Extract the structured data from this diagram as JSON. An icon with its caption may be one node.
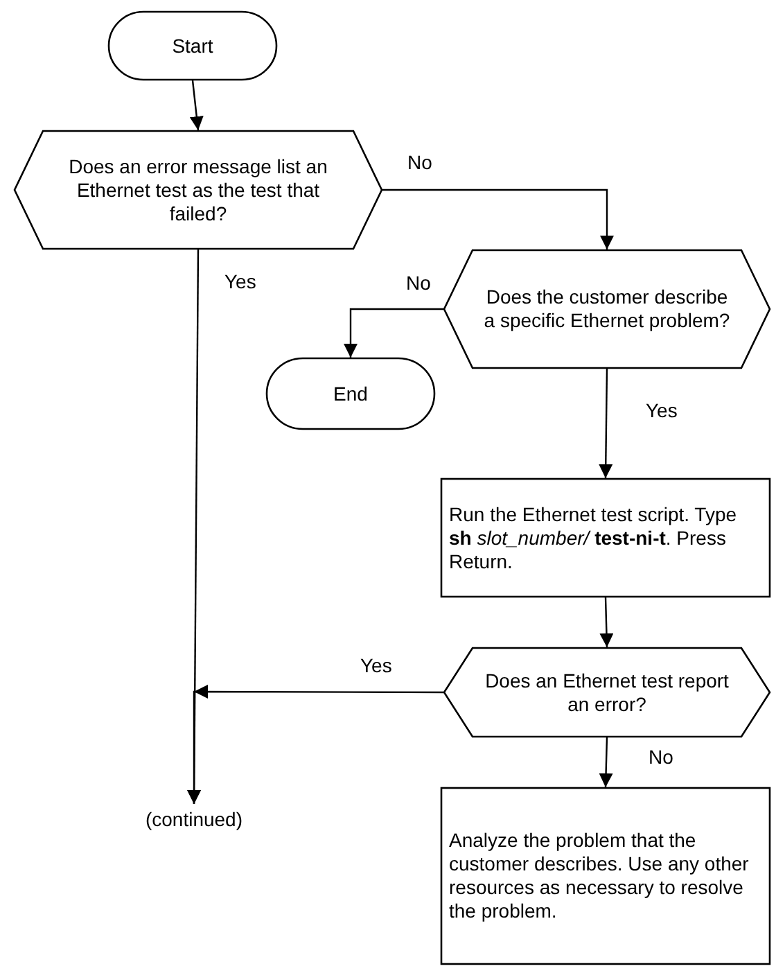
{
  "diagram": {
    "nodes": [
      {
        "text": [
          "Start"
        ]
      },
      {
        "text": [
          "Does an error message list an Ethernet test as the test that failed?"
        ]
      },
      {
        "text": [
          "Does the customer describe a specific Ethernet problem?"
        ]
      },
      {
        "text": [
          "End"
        ]
      },
      {
        "text": [
          "Run the Ethernet test script. Type **sh** *slot_number/* **test-ni-t**.  Press Return."
        ]
      },
      {
        "text": [
          "Does an Ethernet test report an error?"
        ]
      },
      {
        "text": [
          "(continued)"
        ]
      },
      {
        "text": [
          "Analyze the problem that the customer describes. Use any other resources as necessary to resolve the problem."
        ]
      }
    ],
    "edges": [
      {
        "from": 0,
        "to": 1,
        "arrow": "to"
      },
      {
        "from": 1,
        "to": 2,
        "arrow": "to",
        "label": "No"
      },
      {
        "from": 2,
        "to": 3,
        "arrow": "to",
        "label": "No"
      },
      {
        "from": 2,
        "to": 4,
        "arrow": "to",
        "label": "Yes"
      },
      {
        "from": 4,
        "to": 5,
        "arrow": "to"
      },
      {
        "from": 5,
        "to": 6,
        "arrow": "to",
        "label": "Yes"
      },
      {
        "from": 5,
        "to": 7,
        "arrow": "to",
        "label": "No"
      },
      {
        "from": 1,
        "to": 6,
        "arrow": "to",
        "label": "Yes"
      }
    ]
  }
}
